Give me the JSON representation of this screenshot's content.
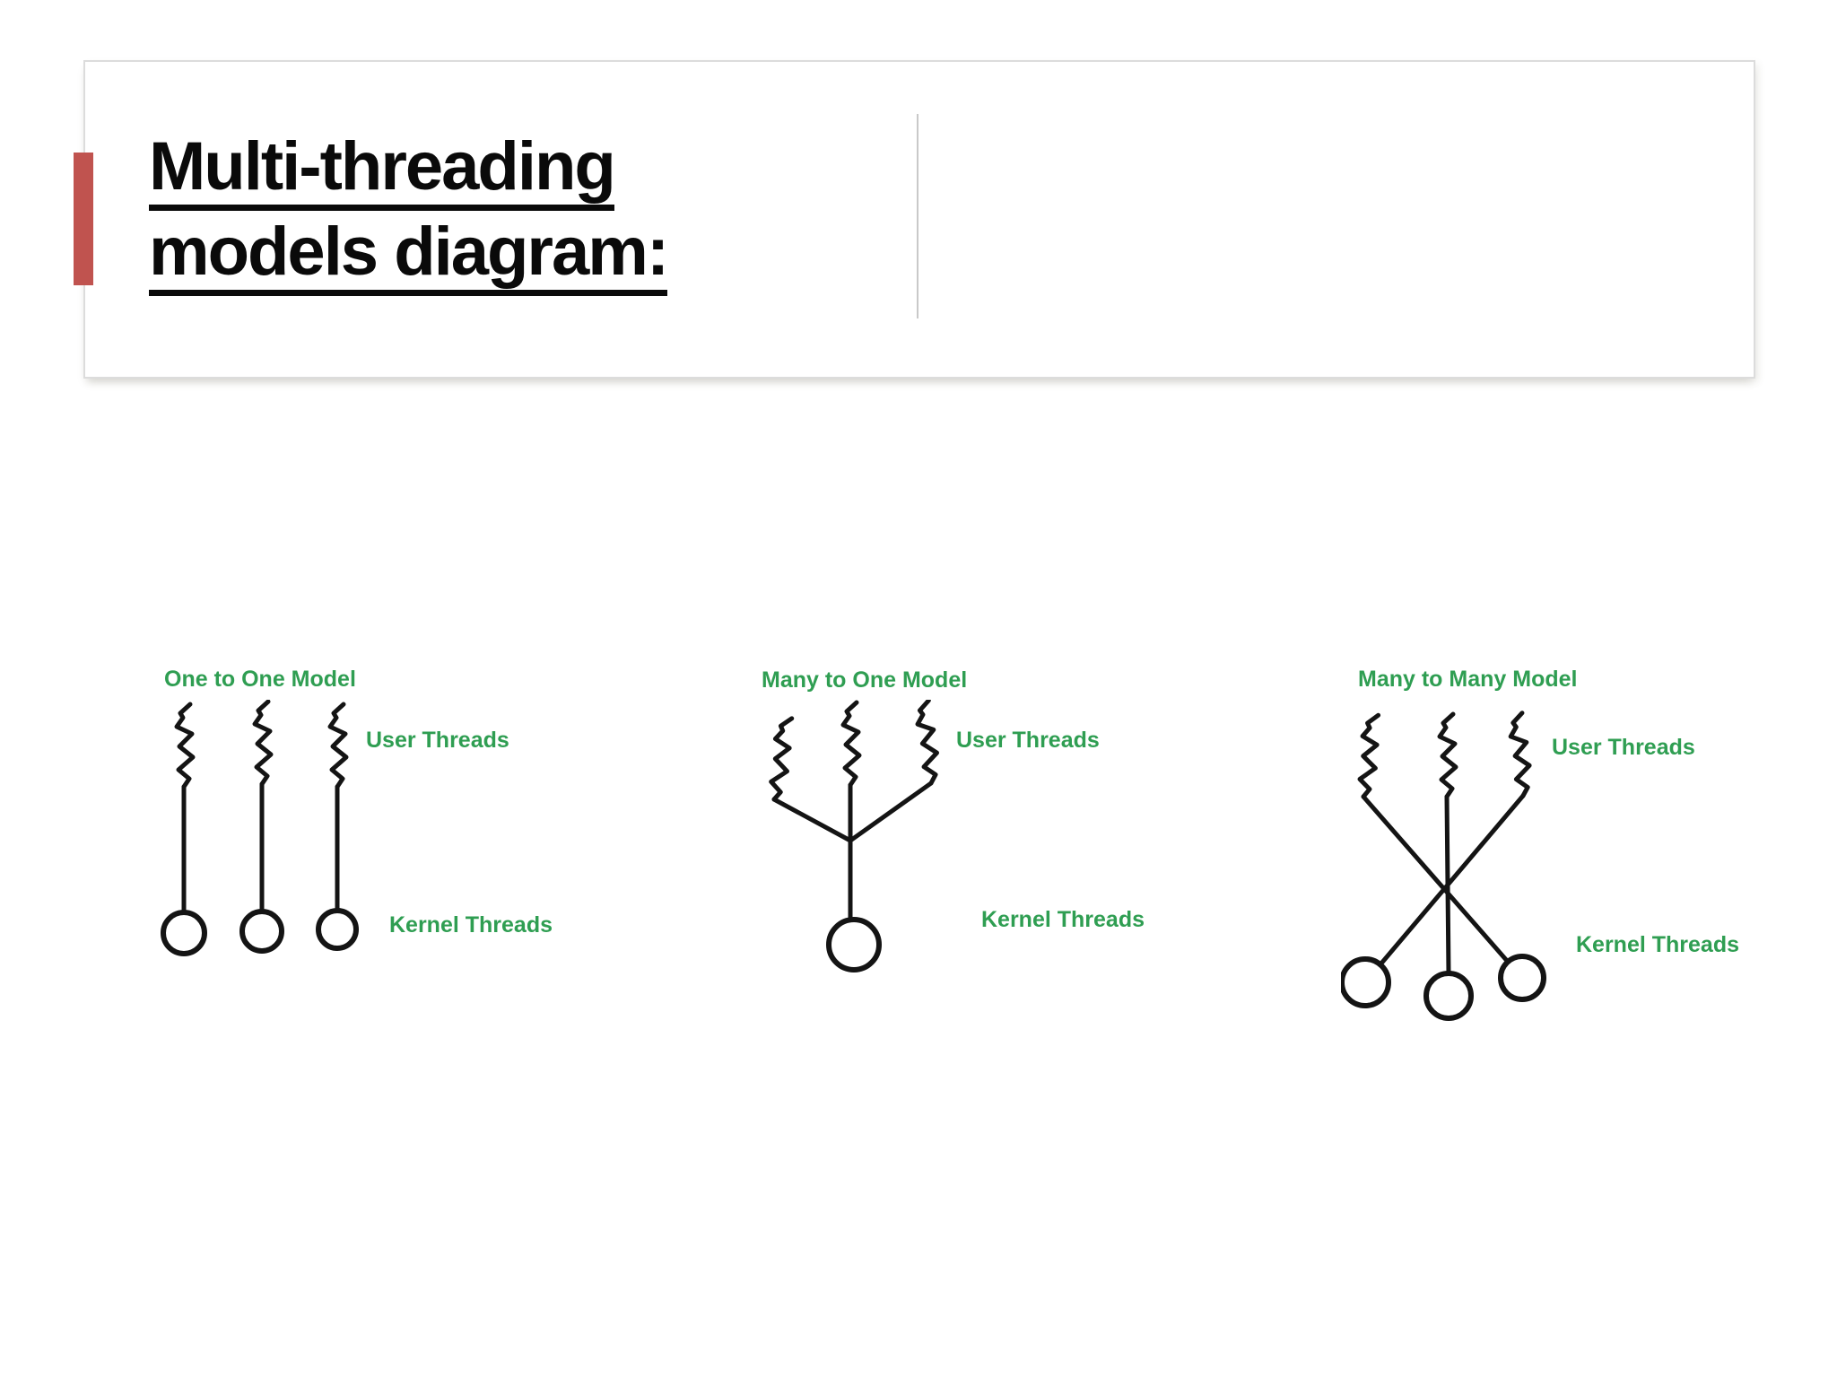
{
  "slide": {
    "title_lines": [
      "Multi-threading",
      "models diagram:"
    ],
    "colors": {
      "accent_red": "#c0534f",
      "label_green": "#2f9e52",
      "ink_black": "#141414",
      "border_gray": "#dcdcdc"
    }
  },
  "diagrams": [
    {
      "title": "One to One Model",
      "user_label": "User Threads",
      "kernel_label": "Kernel Threads",
      "user_thread_count": 3,
      "kernel_thread_count": 3
    },
    {
      "title": "Many to One Model",
      "user_label": "User Threads",
      "kernel_label": "Kernel Threads",
      "user_thread_count": 3,
      "kernel_thread_count": 1
    },
    {
      "title": "Many to Many Model",
      "user_label": "User Threads",
      "kernel_label": "Kernel Threads",
      "user_thread_count": 3,
      "kernel_thread_count": 3
    }
  ]
}
